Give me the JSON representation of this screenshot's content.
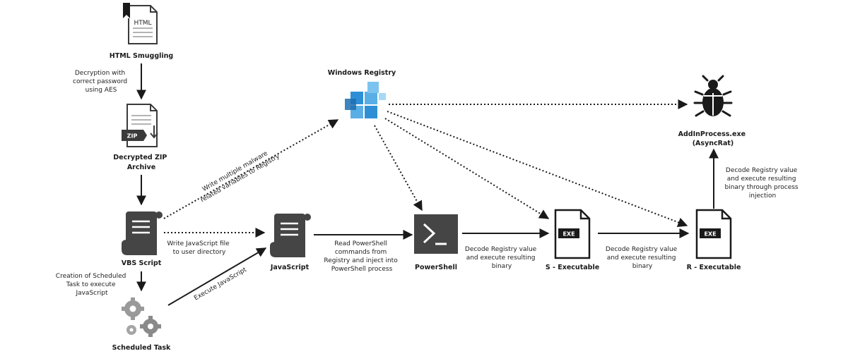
{
  "nodes": {
    "html_smuggling": {
      "label": "HTML Smuggling",
      "icon": "html-file-icon",
      "icon_text": "HTML"
    },
    "zip_archive": {
      "label_lines": [
        "Decrypted ZIP",
        "Archive"
      ],
      "icon": "zip-file-icon",
      "icon_text": "ZIP"
    },
    "vbs_script": {
      "label": "VBS Script",
      "icon": "script-scroll-icon"
    },
    "scheduled_task": {
      "label": "Scheduled Task",
      "icon": "gears-icon"
    },
    "windows_registry": {
      "label": "Windows Registry",
      "icon": "registry-cubes-icon"
    },
    "javascript": {
      "label": "JavaScript",
      "icon": "script-scroll-icon"
    },
    "powershell": {
      "label": "PowerShell",
      "icon": "powershell-prompt-icon"
    },
    "s_executable": {
      "label": "S - Executable",
      "icon": "exe-file-icon",
      "icon_text": "EXE"
    },
    "r_executable": {
      "label": "R - Executable",
      "icon": "exe-file-icon",
      "icon_text": "EXE"
    },
    "addinprocess": {
      "label_lines": [
        "AddInProcess.exe",
        "(AsyncRat)"
      ],
      "icon": "bug-icon"
    }
  },
  "edges": {
    "decryption": [
      "Decryption with",
      "correct password",
      "using AES"
    ],
    "write_registry": [
      "Write multiple malware",
      "related variables to Registry"
    ],
    "write_js": [
      "Write JavaScript file",
      "to user directory"
    ],
    "create_task": [
      "Creation of Scheduled",
      "Task to execute",
      "JavaScript"
    ],
    "execute_js": "Execute JavaScript",
    "read_ps": [
      "Read PowerShell",
      "commands from",
      "Registry and inject into",
      "PowerShell process"
    ],
    "decode_s": [
      "Decode Registry value",
      "and execute resulting",
      "binary"
    ],
    "decode_r": [
      "Decode Registry value",
      "and execute resulting",
      "binary"
    ],
    "decode_inject": [
      "Decode Registry value",
      "and execute resulting",
      "binary through process",
      "injection"
    ]
  },
  "colors": {
    "registry_blue": "#2f8fd6",
    "icon_gray": "#454545",
    "line": "#1a1a1a"
  }
}
